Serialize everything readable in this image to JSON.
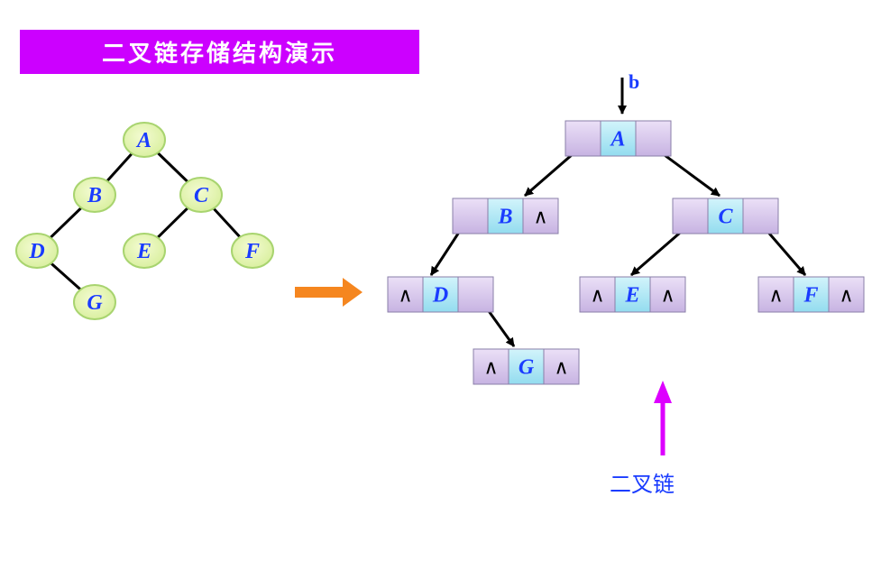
{
  "title": "二叉链存储结构演示",
  "tree": {
    "nodes": [
      "A",
      "B",
      "C",
      "D",
      "E",
      "F",
      "G"
    ]
  },
  "binary_link": {
    "root_pointer": "b",
    "null_symbol": "∧",
    "nodes": [
      {
        "data": "A",
        "left": "",
        "right": ""
      },
      {
        "data": "B",
        "left": "",
        "right": "∧"
      },
      {
        "data": "C",
        "left": "",
        "right": ""
      },
      {
        "data": "D",
        "left": "∧",
        "right": ""
      },
      {
        "data": "E",
        "left": "∧",
        "right": "∧"
      },
      {
        "data": "F",
        "left": "∧",
        "right": "∧"
      },
      {
        "data": "G",
        "left": "∧",
        "right": "∧"
      }
    ]
  },
  "caption": "二叉链",
  "colors": {
    "title_bg": "#cc00ff",
    "tree_node_fill": "#e6f5b0",
    "tree_node_stroke": "#9ccf6a",
    "ptr_cell": "#d9c8ee",
    "data_cell": "#aeeaf5",
    "transform_arrow": "#f5861f",
    "caption_arrow": "#dd00ff",
    "text_blue": "#1a3cff"
  }
}
